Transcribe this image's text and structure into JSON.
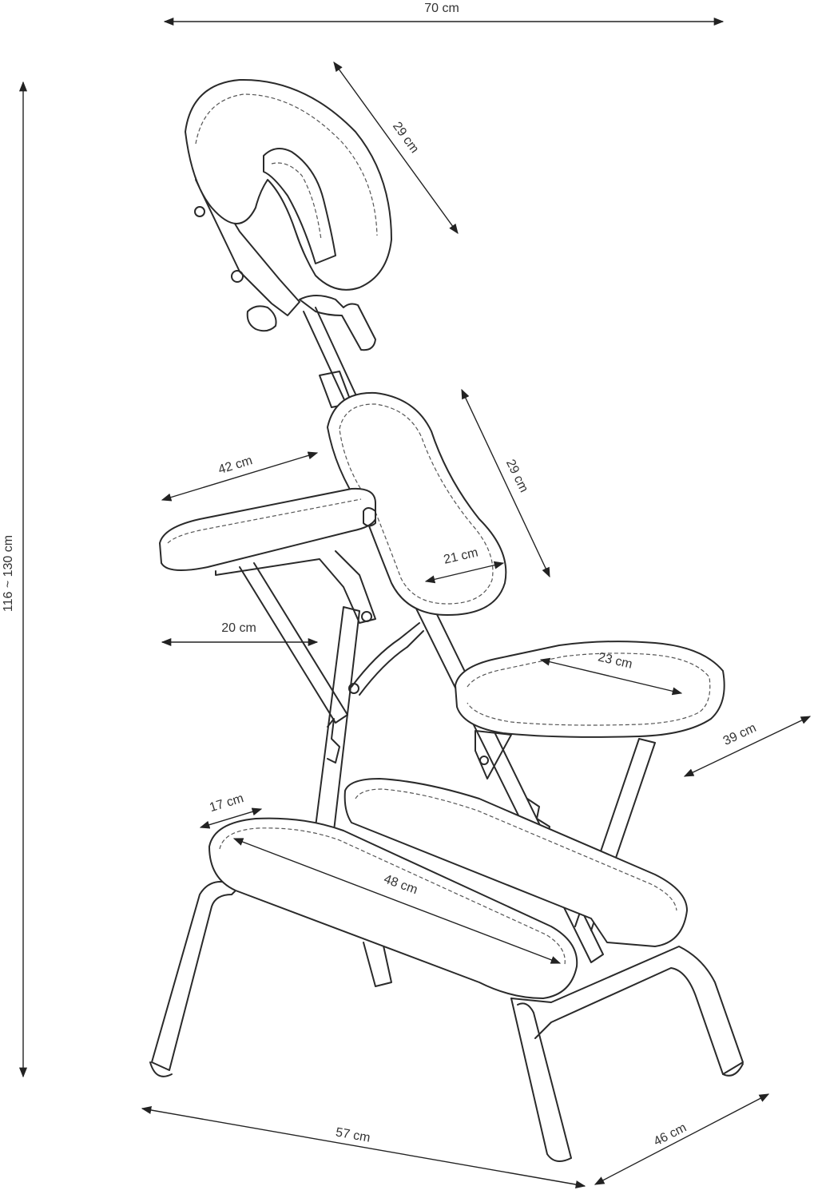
{
  "dimensions": {
    "overall_width": "70 cm",
    "overall_height": "116 ~ 130 cm",
    "face_cradle_length": "29 cm",
    "chest_pad_length": "29 cm",
    "chest_pad_width": "21 cm",
    "armrest_length": "42 cm",
    "armrest_width": "20 cm",
    "seat_width": "23 cm",
    "seat_depth": "39 cm",
    "knee_pad_width": "17 cm",
    "knee_pad_length": "48 cm",
    "base_length": "57 cm",
    "base_width": "46 cm"
  }
}
